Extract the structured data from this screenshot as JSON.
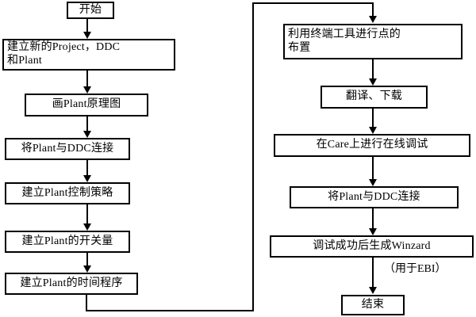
{
  "diagram": {
    "title": "DDC Plant engineering workflow flowchart",
    "background": "#ffffff",
    "line_color": "#000000",
    "text_color": "#000000",
    "nodes": [
      {
        "id": "start",
        "label": "开始"
      },
      {
        "id": "new-project",
        "label": "建立新的Project，DDC\n和Plant"
      },
      {
        "id": "draw-plant",
        "label": "画Plant原理图"
      },
      {
        "id": "link-ddc-1",
        "label": "将Plant与DDC连接"
      },
      {
        "id": "control-strategy",
        "label": "建立Plant控制策略"
      },
      {
        "id": "switch-value",
        "label": "建立Plant的开关量"
      },
      {
        "id": "time-program",
        "label": "建立Plant的时间程序"
      },
      {
        "id": "terminal-tool",
        "label": "利用终端工具进行点的\n布置"
      },
      {
        "id": "translate-download",
        "label": "翻译、下载"
      },
      {
        "id": "care-online-debug",
        "label": "在Care上进行在线调试"
      },
      {
        "id": "link-ddc-2",
        "label": "将Plant与DDC连接"
      },
      {
        "id": "gen-winzard",
        "label": "调试成功后生成Winzard"
      },
      {
        "id": "end",
        "label": "结束"
      }
    ],
    "annotations": [
      {
        "id": "ebi-note",
        "label": "（用于EBI）"
      }
    ]
  }
}
